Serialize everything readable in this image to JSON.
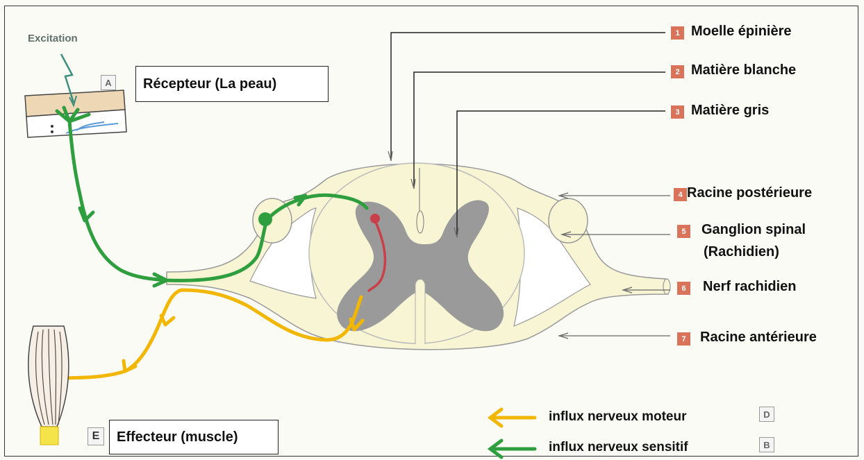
{
  "excitation": "Excitation",
  "recepteur": {
    "tag": "A",
    "label": "Récepteur (La peau)"
  },
  "effecteur": {
    "tag": "E",
    "label": "Effecteur (muscle)"
  },
  "parts": [
    {
      "num": "1",
      "label": "Moelle épinière"
    },
    {
      "num": "2",
      "label": "Matière blanche"
    },
    {
      "num": "3",
      "label": "Matière gris"
    },
    {
      "num": "4",
      "label": "Racine postérieure"
    },
    {
      "num": "5",
      "label": "Ganglion spinal",
      "label2": "(Rachidien)"
    },
    {
      "num": "6",
      "label": "Nerf rachidien"
    },
    {
      "num": "7",
      "label": "Racine antérieure"
    }
  ],
  "legend": [
    {
      "label": "influx nerveux moteur",
      "tag": "D",
      "color": "#f2b705"
    },
    {
      "label": "influx nerveux sensitif",
      "tag": "B",
      "color": "#2e9e3e"
    }
  ],
  "colors": {
    "white_matter": "#f7f5d4",
    "grey_matter": "#9a9a9a",
    "sensory": "#2e9e3e",
    "motor": "#f2b705",
    "interneuron": "#c8414a",
    "number_badge": "#d9735a"
  }
}
